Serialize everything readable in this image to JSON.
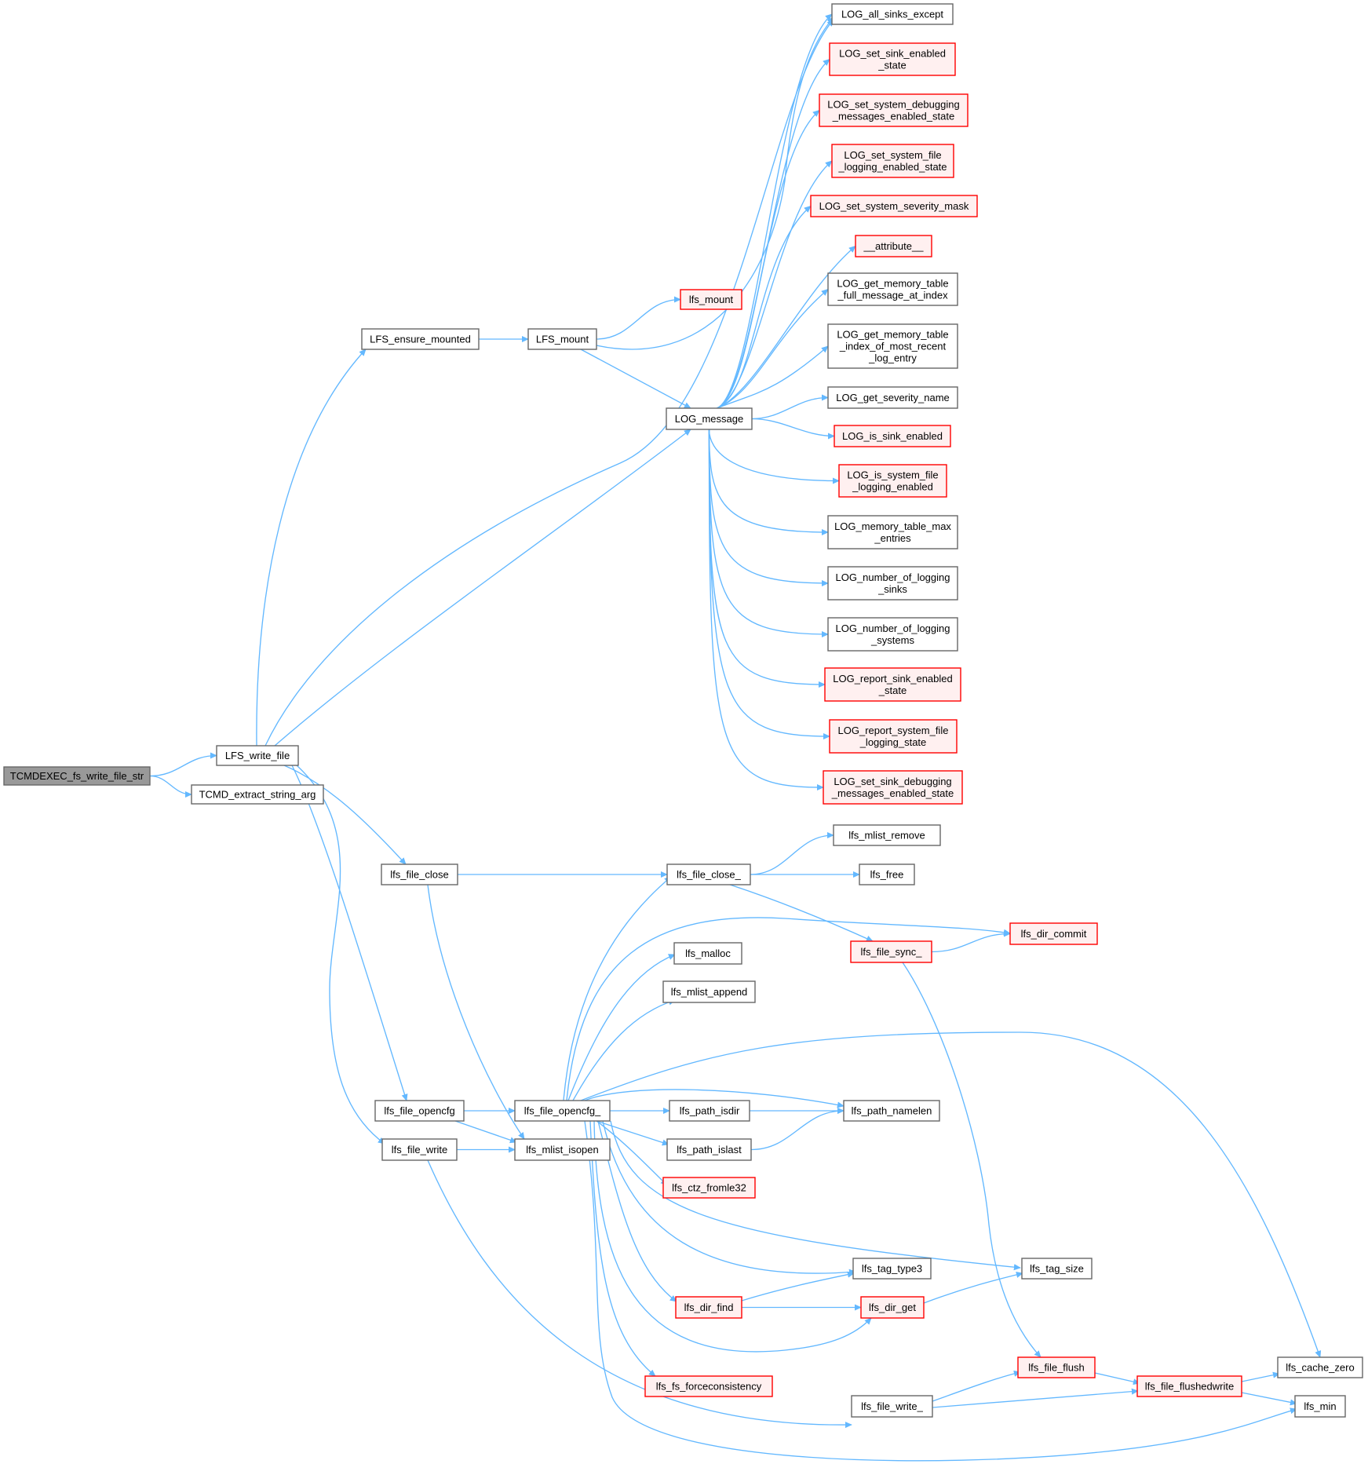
{
  "colors": {
    "edge": "#63b8ff",
    "node_border": "#666666",
    "node_fill": "#ffffff",
    "highlight_fill": "#999999",
    "highlight_border": "#666666",
    "truncated_border": "#ff0000",
    "truncated_fill": "#fff0f0"
  },
  "nodes": [
    {
      "id": "tcmdexec",
      "lines": [
        "TCMDEXEC_fs_write_file_str"
      ],
      "style": "highlight"
    },
    {
      "id": "lfs_write_file",
      "lines": [
        "LFS_write_file"
      ],
      "style": "normal"
    },
    {
      "id": "tcmd_extract",
      "lines": [
        "TCMD_extract_string_arg"
      ],
      "style": "normal"
    },
    {
      "id": "lfs_ensure_mounted",
      "lines": [
        "LFS_ensure_mounted"
      ],
      "style": "normal"
    },
    {
      "id": "LFS_mount",
      "lines": [
        "LFS_mount"
      ],
      "style": "normal"
    },
    {
      "id": "lfs_mount_r",
      "lines": [
        "lfs_mount"
      ],
      "style": "truncated"
    },
    {
      "id": "log_message",
      "lines": [
        "LOG_message"
      ],
      "style": "normal"
    },
    {
      "id": "log_all_sinks_except",
      "lines": [
        "LOG_all_sinks_except"
      ],
      "style": "normal"
    },
    {
      "id": "log_set_sink_enabled",
      "lines": [
        "LOG_set_sink_enabled",
        "_state"
      ],
      "style": "truncated"
    },
    {
      "id": "log_set_sys_dbg",
      "lines": [
        "LOG_set_system_debugging",
        "_messages_enabled_state"
      ],
      "style": "truncated"
    },
    {
      "id": "log_set_sys_file",
      "lines": [
        "LOG_set_system_file",
        "_logging_enabled_state"
      ],
      "style": "truncated"
    },
    {
      "id": "log_set_sys_sev",
      "lines": [
        "LOG_set_system_severity_mask"
      ],
      "style": "truncated"
    },
    {
      "id": "attribute",
      "lines": [
        "__attribute__"
      ],
      "style": "truncated"
    },
    {
      "id": "log_get_mem_full",
      "lines": [
        "LOG_get_memory_table",
        "_full_message_at_index"
      ],
      "style": "normal"
    },
    {
      "id": "log_get_mem_idx",
      "lines": [
        "LOG_get_memory_table",
        "_index_of_most_recent",
        "_log_entry"
      ],
      "style": "normal"
    },
    {
      "id": "log_get_sev_name",
      "lines": [
        "LOG_get_severity_name"
      ],
      "style": "normal"
    },
    {
      "id": "log_is_sink_enabled",
      "lines": [
        "LOG_is_sink_enabled"
      ],
      "style": "truncated"
    },
    {
      "id": "log_is_sys_file",
      "lines": [
        "LOG_is_system_file",
        "_logging_enabled"
      ],
      "style": "truncated"
    },
    {
      "id": "log_mem_max",
      "lines": [
        "LOG_memory_table_max",
        "_entries"
      ],
      "style": "normal"
    },
    {
      "id": "log_num_sinks",
      "lines": [
        "LOG_number_of_logging",
        "_sinks"
      ],
      "style": "normal"
    },
    {
      "id": "log_num_systems",
      "lines": [
        "LOG_number_of_logging",
        "_systems"
      ],
      "style": "normal"
    },
    {
      "id": "log_rep_sink",
      "lines": [
        "LOG_report_sink_enabled",
        "_state"
      ],
      "style": "truncated"
    },
    {
      "id": "log_rep_sys_file",
      "lines": [
        "LOG_report_system_file",
        "_logging_state"
      ],
      "style": "truncated"
    },
    {
      "id": "log_set_sink_dbg",
      "lines": [
        "LOG_set_sink_debugging",
        "_messages_enabled_state"
      ],
      "style": "truncated"
    },
    {
      "id": "lfs_file_close",
      "lines": [
        "lfs_file_close"
      ],
      "style": "normal"
    },
    {
      "id": "lfs_file_close_",
      "lines": [
        "lfs_file_close_"
      ],
      "style": "normal"
    },
    {
      "id": "lfs_mlist_remove",
      "lines": [
        "lfs_mlist_remove"
      ],
      "style": "normal"
    },
    {
      "id": "lfs_free",
      "lines": [
        "lfs_free"
      ],
      "style": "normal"
    },
    {
      "id": "lfs_file_sync_",
      "lines": [
        "lfs_file_sync_"
      ],
      "style": "truncated"
    },
    {
      "id": "lfs_dir_commit",
      "lines": [
        "lfs_dir_commit"
      ],
      "style": "truncated"
    },
    {
      "id": "lfs_malloc",
      "lines": [
        "lfs_malloc"
      ],
      "style": "normal"
    },
    {
      "id": "lfs_mlist_append",
      "lines": [
        "lfs_mlist_append"
      ],
      "style": "normal"
    },
    {
      "id": "lfs_file_opencfg",
      "lines": [
        "lfs_file_opencfg"
      ],
      "style": "normal"
    },
    {
      "id": "lfs_file_opencfg_",
      "lines": [
        "lfs_file_opencfg_"
      ],
      "style": "normal"
    },
    {
      "id": "lfs_file_write",
      "lines": [
        "lfs_file_write"
      ],
      "style": "normal"
    },
    {
      "id": "lfs_mlist_isopen",
      "lines": [
        "lfs_mlist_isopen"
      ],
      "style": "normal"
    },
    {
      "id": "lfs_path_isdir",
      "lines": [
        "lfs_path_isdir"
      ],
      "style": "normal"
    },
    {
      "id": "lfs_path_namelen",
      "lines": [
        "lfs_path_namelen"
      ],
      "style": "normal"
    },
    {
      "id": "lfs_path_islast",
      "lines": [
        "lfs_path_islast"
      ],
      "style": "normal"
    },
    {
      "id": "lfs_ctz_fromle32",
      "lines": [
        "lfs_ctz_fromle32"
      ],
      "style": "truncated"
    },
    {
      "id": "lfs_tag_type3",
      "lines": [
        "lfs_tag_type3"
      ],
      "style": "normal"
    },
    {
      "id": "lfs_tag_size",
      "lines": [
        "lfs_tag_size"
      ],
      "style": "normal"
    },
    {
      "id": "lfs_dir_find",
      "lines": [
        "lfs_dir_find"
      ],
      "style": "truncated"
    },
    {
      "id": "lfs_dir_get",
      "lines": [
        "lfs_dir_get"
      ],
      "style": "truncated"
    },
    {
      "id": "lfs_fs_force",
      "lines": [
        "lfs_fs_forceconsistency"
      ],
      "style": "truncated"
    },
    {
      "id": "lfs_file_write_",
      "lines": [
        "lfs_file_write_"
      ],
      "style": "normal"
    },
    {
      "id": "lfs_file_flush",
      "lines": [
        "lfs_file_flush"
      ],
      "style": "truncated"
    },
    {
      "id": "lfs_file_flushedwrite",
      "lines": [
        "lfs_file_flushedwrite"
      ],
      "style": "truncated"
    },
    {
      "id": "lfs_cache_zero",
      "lines": [
        "lfs_cache_zero"
      ],
      "style": "normal"
    },
    {
      "id": "lfs_min",
      "lines": [
        "lfs_min"
      ],
      "style": "normal"
    }
  ],
  "edges": [
    [
      "tcmdexec",
      "lfs_write_file"
    ],
    [
      "tcmdexec",
      "tcmd_extract"
    ],
    [
      "lfs_write_file",
      "lfs_ensure_mounted"
    ],
    [
      "lfs_write_file",
      "log_all_sinks_except"
    ],
    [
      "lfs_write_file",
      "log_message"
    ],
    [
      "lfs_write_file",
      "lfs_file_close"
    ],
    [
      "lfs_write_file",
      "lfs_file_opencfg"
    ],
    [
      "lfs_write_file",
      "lfs_file_write"
    ],
    [
      "lfs_ensure_mounted",
      "LFS_mount"
    ],
    [
      "LFS_mount",
      "lfs_mount_r"
    ],
    [
      "LFS_mount",
      "log_all_sinks_except"
    ],
    [
      "LFS_mount",
      "log_message"
    ],
    [
      "log_message",
      "log_all_sinks_except"
    ],
    [
      "log_message",
      "log_set_sink_enabled"
    ],
    [
      "log_message",
      "log_set_sys_dbg"
    ],
    [
      "log_message",
      "log_set_sys_file"
    ],
    [
      "log_message",
      "log_set_sys_sev"
    ],
    [
      "log_message",
      "attribute"
    ],
    [
      "log_message",
      "log_get_mem_full"
    ],
    [
      "log_message",
      "log_get_mem_idx"
    ],
    [
      "log_message",
      "log_get_sev_name"
    ],
    [
      "log_message",
      "log_is_sink_enabled"
    ],
    [
      "log_message",
      "log_is_sys_file"
    ],
    [
      "log_message",
      "log_mem_max"
    ],
    [
      "log_message",
      "log_num_sinks"
    ],
    [
      "log_message",
      "log_num_systems"
    ],
    [
      "log_message",
      "log_rep_sink"
    ],
    [
      "log_message",
      "log_rep_sys_file"
    ],
    [
      "log_message",
      "log_set_sink_dbg"
    ],
    [
      "lfs_file_close",
      "lfs_file_close_"
    ],
    [
      "lfs_file_close",
      "lfs_mlist_isopen"
    ],
    [
      "lfs_file_close_",
      "lfs_mlist_remove"
    ],
    [
      "lfs_file_close_",
      "lfs_free"
    ],
    [
      "lfs_file_close_",
      "lfs_file_sync_"
    ],
    [
      "lfs_file_sync_",
      "lfs_dir_commit"
    ],
    [
      "lfs_file_sync_",
      "lfs_file_flush"
    ],
    [
      "lfs_file_opencfg",
      "lfs_file_opencfg_"
    ],
    [
      "lfs_file_opencfg",
      "lfs_mlist_isopen"
    ],
    [
      "lfs_file_write",
      "lfs_mlist_isopen"
    ],
    [
      "lfs_file_write",
      "lfs_file_write_"
    ],
    [
      "lfs_file_opencfg_",
      "lfs_file_close_"
    ],
    [
      "lfs_file_opencfg_",
      "lfs_dir_commit"
    ],
    [
      "lfs_file_opencfg_",
      "lfs_malloc"
    ],
    [
      "lfs_file_opencfg_",
      "lfs_mlist_append"
    ],
    [
      "lfs_file_opencfg_",
      "lfs_cache_zero"
    ],
    [
      "lfs_file_opencfg_",
      "lfs_path_namelen"
    ],
    [
      "lfs_file_opencfg_",
      "lfs_path_isdir"
    ],
    [
      "lfs_file_opencfg_",
      "lfs_path_islast"
    ],
    [
      "lfs_file_opencfg_",
      "lfs_ctz_fromle32"
    ],
    [
      "lfs_file_opencfg_",
      "lfs_tag_size"
    ],
    [
      "lfs_file_opencfg_",
      "lfs_tag_type3"
    ],
    [
      "lfs_file_opencfg_",
      "lfs_dir_find"
    ],
    [
      "lfs_file_opencfg_",
      "lfs_dir_get"
    ],
    [
      "lfs_file_opencfg_",
      "lfs_fs_force"
    ],
    [
      "lfs_file_opencfg_",
      "lfs_min"
    ],
    [
      "lfs_path_isdir",
      "lfs_path_namelen"
    ],
    [
      "lfs_path_islast",
      "lfs_path_namelen"
    ],
    [
      "lfs_dir_find",
      "lfs_tag_type3"
    ],
    [
      "lfs_dir_find",
      "lfs_dir_get"
    ],
    [
      "lfs_dir_get",
      "lfs_tag_size"
    ],
    [
      "lfs_file_write_",
      "lfs_file_flush"
    ],
    [
      "lfs_file_write_",
      "lfs_file_flushedwrite"
    ],
    [
      "lfs_file_flush",
      "lfs_file_flushedwrite"
    ],
    [
      "lfs_file_flushedwrite",
      "lfs_cache_zero"
    ],
    [
      "lfs_file_flushedwrite",
      "lfs_min"
    ]
  ]
}
